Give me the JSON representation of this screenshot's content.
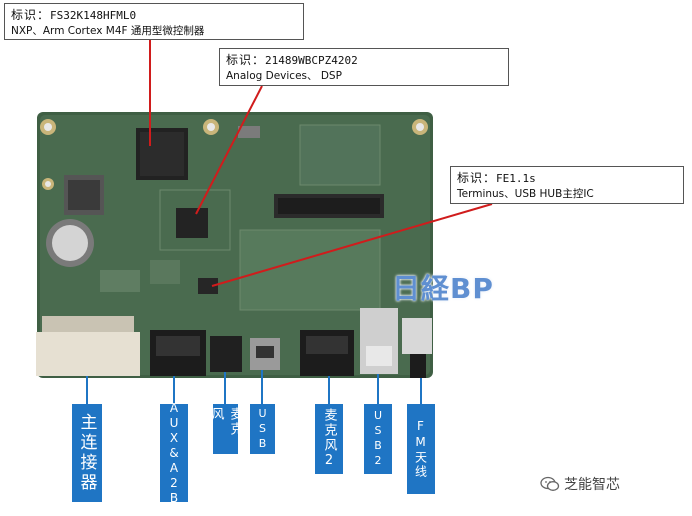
{
  "callouts": {
    "fs32": {
      "key": "标识：",
      "value": "FS32K148HFML0",
      "desc": "NXP、Arm Cortex M4F 通用型微控制器"
    },
    "adi": {
      "key": "标识：",
      "value": "21489WBCPZ4202",
      "desc": "Analog Devices、 DSP"
    },
    "fe11": {
      "key": "标识：",
      "value": "FE1.1s",
      "desc": "Terminus、USB HUB主控IC"
    }
  },
  "ports": {
    "main": "主连接器",
    "aux": "AUX&A2B",
    "mic": "麦克风",
    "usb": "USB",
    "mic2": "麦克风2",
    "usb2": "USB2",
    "fm": "FM天线"
  },
  "logo": "日経BP",
  "watermark": {
    "text": "芝能智芯",
    "icon": "wechat-icon"
  },
  "colors": {
    "label_blue": "#1f75c4",
    "pointer_red": "#d01c1c",
    "board_green": "#3f5f44"
  }
}
